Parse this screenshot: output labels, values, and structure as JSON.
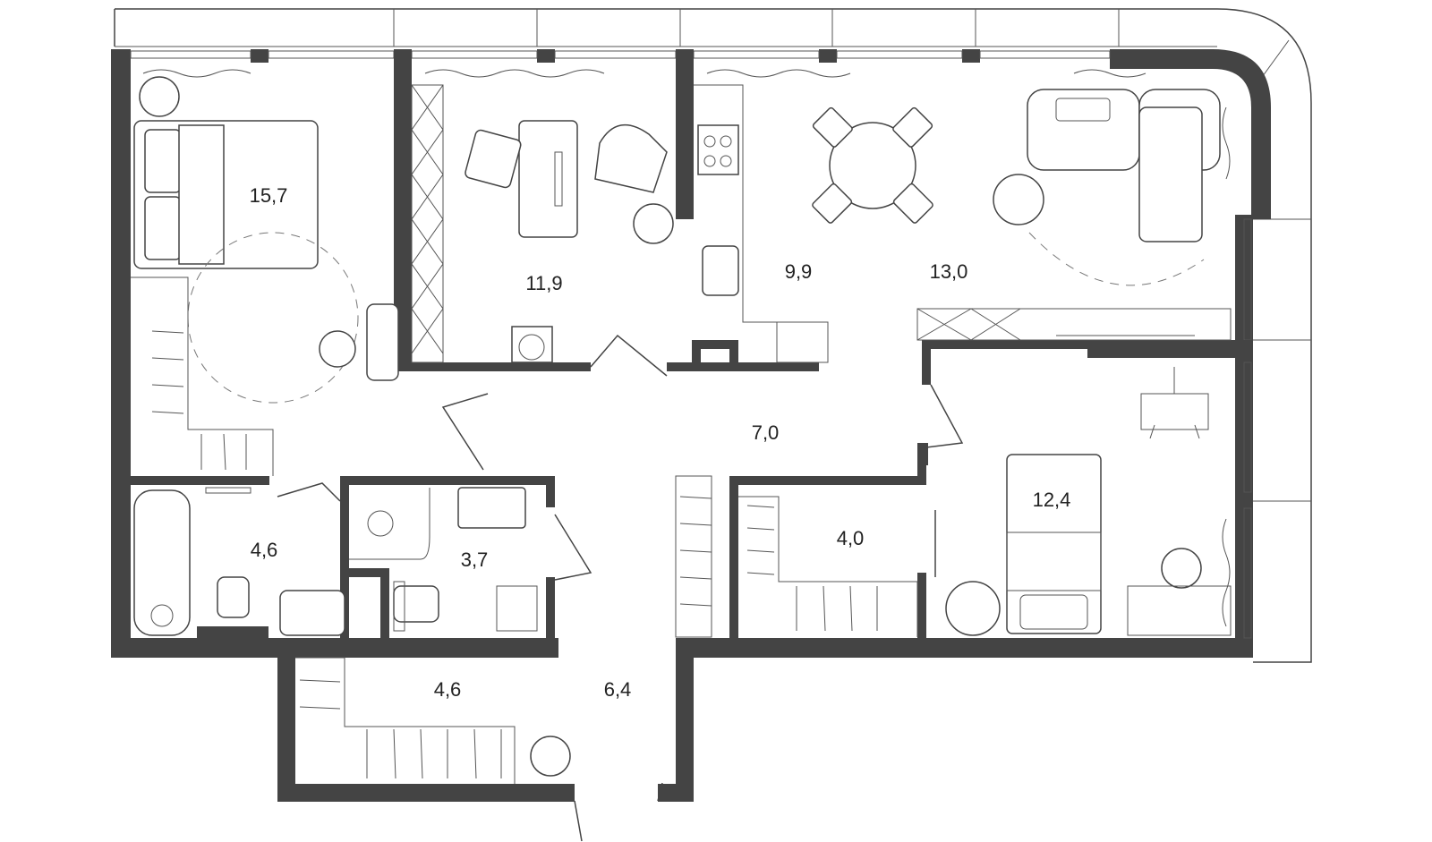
{
  "rooms": [
    {
      "id": "bedroom-main",
      "area": "15,7"
    },
    {
      "id": "office",
      "area": "11,9"
    },
    {
      "id": "kitchen",
      "area": "9,9"
    },
    {
      "id": "living",
      "area": "13,0"
    },
    {
      "id": "hall",
      "area": "7,0"
    },
    {
      "id": "bathroom",
      "area": "4,6"
    },
    {
      "id": "wc",
      "area": "3,7"
    },
    {
      "id": "storage",
      "area": "4,0"
    },
    {
      "id": "bedroom-small",
      "area": "12,4"
    },
    {
      "id": "wardrobe",
      "area": "4,6"
    },
    {
      "id": "entrance",
      "area": "6,4"
    }
  ],
  "colors": {
    "wall": "#444444",
    "background": "#ffffff"
  }
}
